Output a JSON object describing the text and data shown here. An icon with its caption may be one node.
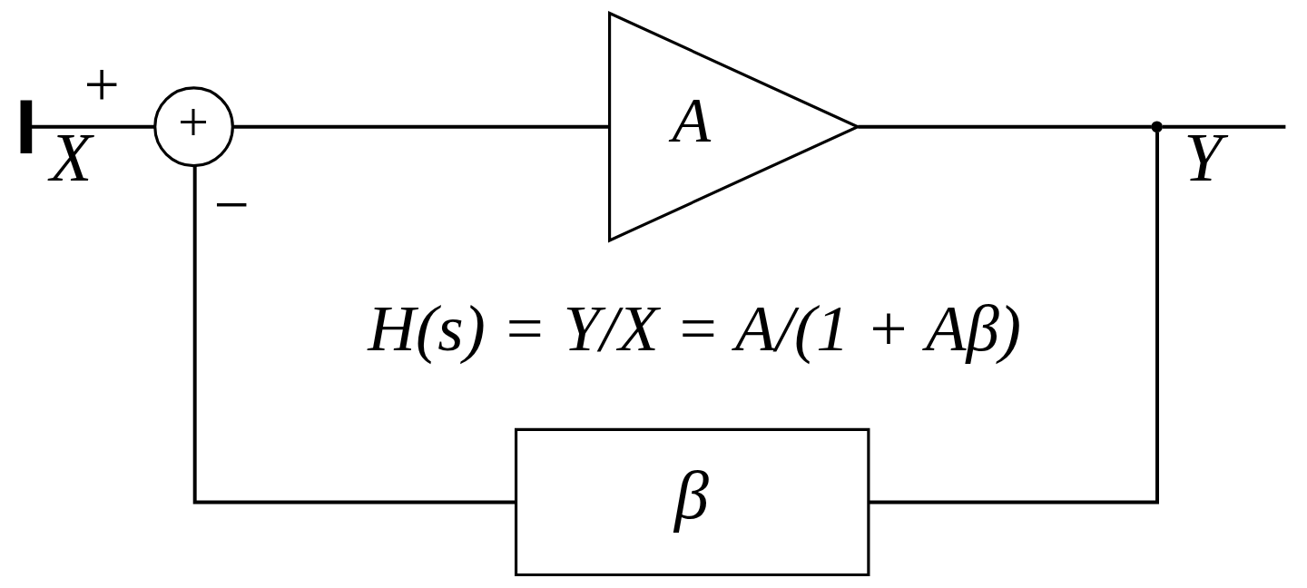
{
  "diagram": {
    "nodes": [
      {
        "text": [],
        "shape": "bar"
      },
      {
        "text": [
          "+"
        ],
        "beside": [
          "+",
          "−"
        ]
      },
      {
        "text": [
          "A"
        ]
      },
      {
        "text": [],
        "shape": "circle"
      },
      {
        "text": [
          "β"
        ]
      }
    ],
    "edges": [
      {
        "from": 0,
        "to": 1,
        "arrow": "none",
        "label": "X"
      },
      {
        "from": 1,
        "to": 2,
        "arrow": "none"
      },
      {
        "from": 2,
        "to": 3,
        "arrow": "none"
      },
      {
        "from": 3,
        "to": null,
        "arrow": "none",
        "label": "Y"
      },
      {
        "from": 3,
        "to": 4,
        "arrow": "none"
      },
      {
        "from": 4,
        "to": 1,
        "arrow": "none"
      }
    ],
    "labels": [
      "H(s) = Y/X = A/(1 + Aβ)"
    ]
  }
}
